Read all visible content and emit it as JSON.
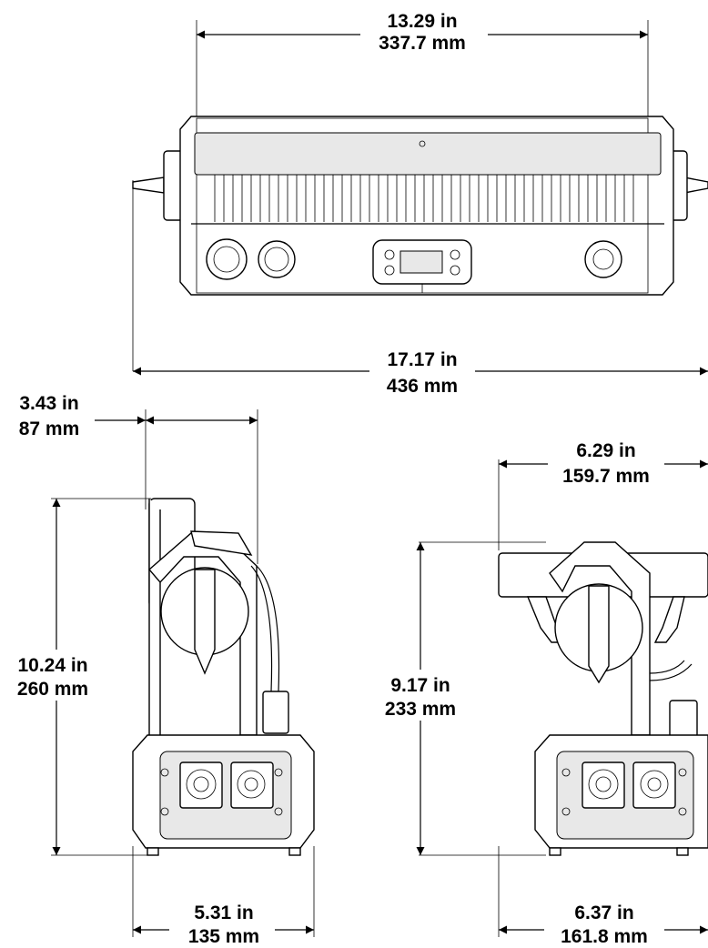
{
  "dimensions": {
    "top_width": {
      "in": "13.29 in",
      "mm": "337.7 mm"
    },
    "overall_width": {
      "in": "17.17 in",
      "mm": "436 mm"
    },
    "side_depth": {
      "in": "3.43 in",
      "mm": "87 mm"
    },
    "side_height": {
      "in": "10.24 in",
      "mm": "260 mm"
    },
    "side_base": {
      "in": "5.31 in",
      "mm": "135 mm"
    },
    "yoke_width": {
      "in": "6.29 in",
      "mm": "159.7 mm"
    },
    "yoke_height": {
      "in": "9.17 in",
      "mm": "233 mm"
    },
    "yoke_base": {
      "in": "6.37 in",
      "mm": "161.8 mm"
    }
  }
}
